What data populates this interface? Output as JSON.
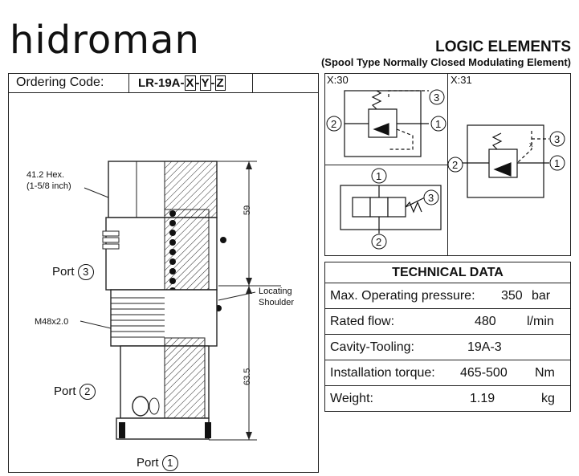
{
  "brand": {
    "logo_text": "hidroman"
  },
  "header": {
    "title": "LOGIC ELEMENTS",
    "subtitle": "(Spool Type Normally Closed Modulating Element)"
  },
  "ordering": {
    "label": "Ordering Code:",
    "prefix": "LR-19A-",
    "x": "X",
    "y": "Y",
    "z": "Z"
  },
  "drawing": {
    "hex_label_1": "41.2 Hex.",
    "hex_label_2": "(1-5/8 inch)",
    "thread_label": "M48x2.0",
    "port3_label": "Port",
    "port3_num": "3",
    "port2_label": "Port",
    "port2_num": "2",
    "port1_label": "Port",
    "port1_num": "1",
    "dim_upper": "59",
    "dim_lower": "63.5",
    "shoulder_1": "Locating",
    "shoulder_2": "Shoulder"
  },
  "schematics": {
    "x30_label": "X:30",
    "x31_label": "X:31",
    "n1": "1",
    "n2": "2",
    "n3": "3",
    "x_mark": "x"
  },
  "technical": {
    "heading": "TECHNICAL DATA",
    "rows": [
      {
        "label": "Max. Operating pressure:",
        "value": "350",
        "unit": "bar"
      },
      {
        "label": "Rated flow:",
        "value": "480",
        "unit": "l/min"
      },
      {
        "label": "Cavity-Tooling:",
        "value": "19A-3",
        "unit": ""
      },
      {
        "label": "Installation torque:",
        "value": "465-500",
        "unit": "Nm"
      },
      {
        "label": "Weight:",
        "value": "1.19",
        "unit": "kg"
      }
    ]
  }
}
